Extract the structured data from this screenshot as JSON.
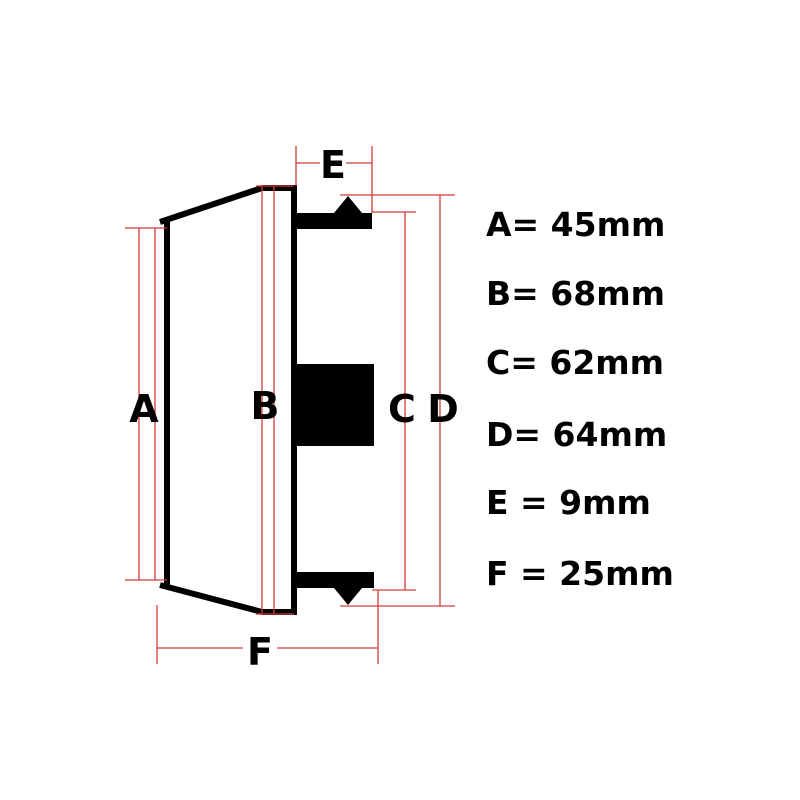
{
  "diagram": {
    "labels": {
      "a": "A",
      "b": "B",
      "c": "C",
      "d": "D",
      "e": "E",
      "f": "F"
    },
    "legend": [
      {
        "letter": "A",
        "text": "A= 45mm"
      },
      {
        "letter": "B",
        "text": "B= 68mm"
      },
      {
        "letter": "C",
        "text": "C= 62mm"
      },
      {
        "letter": "D",
        "text": "D= 64mm"
      },
      {
        "letter": "E",
        "text": "E = 9mm"
      },
      {
        "letter": "F",
        "text": "F = 25mm"
      }
    ],
    "colors": {
      "dimension_lines": "#d23a3a",
      "outline": "#000000",
      "background": "#ffffff"
    }
  }
}
